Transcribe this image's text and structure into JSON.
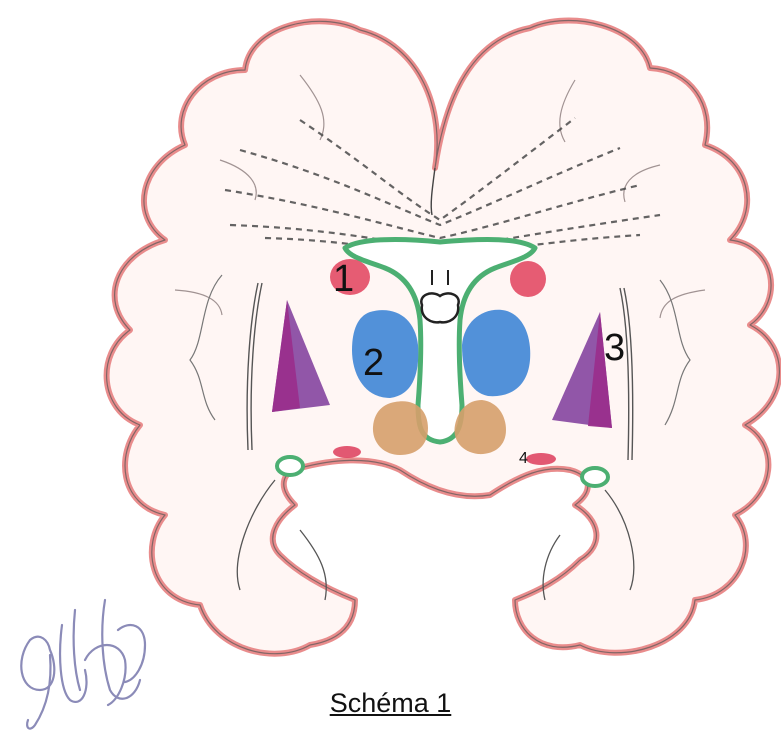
{
  "labels": {
    "l1": "1",
    "l2": "2",
    "l3": "3",
    "l4": "4"
  },
  "caption": "Schéma 1",
  "signature": "yh",
  "colors": {
    "cortex_outline": "#e98c8c",
    "cortex_fill": "#fff6f4",
    "ventricle_outline": "#4caf72",
    "caudate": "#e2415c",
    "thalamus": "#3f86d6",
    "hypothalamus_nuclei": "#d6a06b",
    "putamen": "#7e3a9a",
    "pallidum": "#9a2f8c",
    "hippocampus_ring": "#4caf72",
    "small_nucleus": "#dd3c5a",
    "fibers": "#4a4a4a",
    "signature": "#8b8bb8"
  }
}
